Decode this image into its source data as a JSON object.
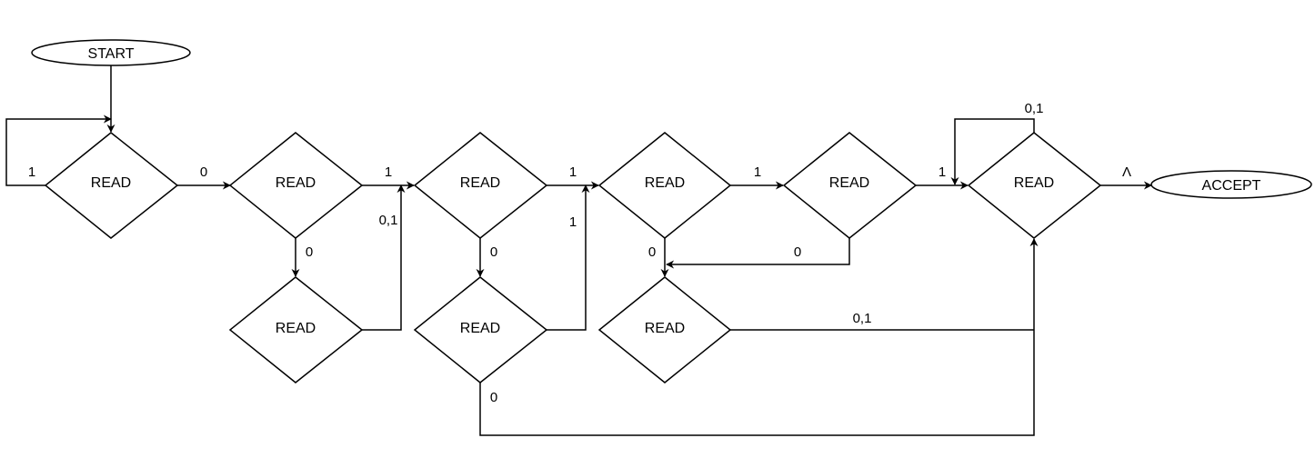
{
  "nodes": {
    "start": {
      "label": "START"
    },
    "accept": {
      "label": "ACCEPT"
    },
    "r1": {
      "label": "READ"
    },
    "r2": {
      "label": "READ"
    },
    "r3": {
      "label": "READ"
    },
    "r4": {
      "label": "READ"
    },
    "r5": {
      "label": "READ"
    },
    "r6": {
      "label": "READ"
    },
    "r2b": {
      "label": "READ"
    },
    "r3b": {
      "label": "READ"
    },
    "r4b": {
      "label": "READ"
    }
  },
  "edges": {
    "r1_loop": "1",
    "r1_r2": "0",
    "r2_r3": "1",
    "r2_r2b": "0",
    "r2b_r3": "0,1",
    "r3_r4": "1",
    "r3_r3b": "0",
    "r3b_r4": "1",
    "r3b_r6": "0",
    "r4_r5": "1",
    "r4_r4b": "0",
    "r5_r4b": "0",
    "r5_r6": "1",
    "r4b_r6": "0,1",
    "r6_loop": "0,1",
    "r6_accept": "Λ"
  }
}
